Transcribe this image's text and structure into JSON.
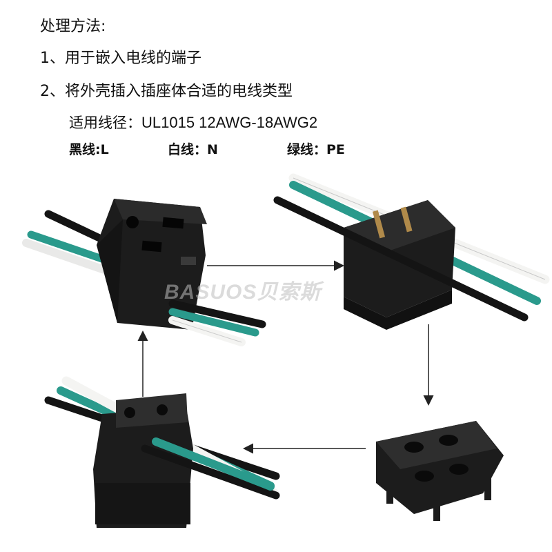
{
  "instructions": {
    "heading": "处理方法:",
    "step1": "1、用于嵌入电线的端子",
    "step2": "2、将外壳插入插座体合适的电线类型",
    "spec_label": "适用线径：",
    "spec_value": "UL1015 12AWG-18AWG2"
  },
  "wire_colors": {
    "black": "黑线:L",
    "white": "白线：N",
    "green": "绿线：PE"
  },
  "watermark": "BASUOS贝索斯",
  "colors": {
    "housing": "#1c1c1c",
    "wire_black": "#141414",
    "wire_white": "#f4f4f2",
    "wire_green": "#2a9a8c",
    "arrow": "#222222"
  }
}
